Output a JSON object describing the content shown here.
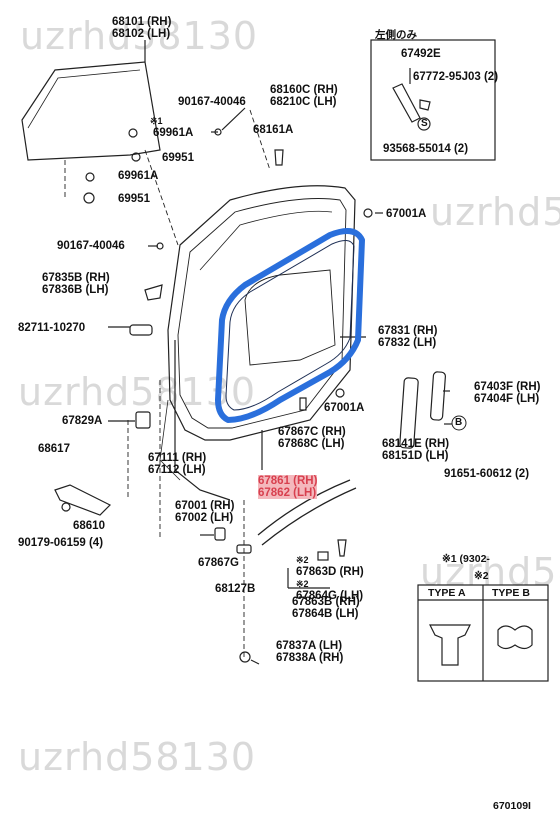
{
  "watermark": "uzrhd58130",
  "figure_code": "670109I",
  "labels": {
    "p68101": [
      "68101 (RH)",
      "68102 (LH)"
    ],
    "p90167a": "90167-40046",
    "p69961a_top": "69961A",
    "p69951_top": "69951",
    "p69961a_bot": "69961A",
    "p69951_bot": "69951",
    "p68160c": [
      "68160C (RH)",
      "68210C (LH)"
    ],
    "p68161a": "68161A",
    "p67001a_top": "67001A",
    "p90167b": "90167-40046",
    "p67835b": [
      "67835B (RH)",
      "67836B (LH)"
    ],
    "p82711": "82711-10270",
    "p67831": [
      "67831 (RH)",
      "67832 (LH)"
    ],
    "p67001a_mid": "67001A",
    "p67829a": "67829A",
    "p67867c": [
      "67867C (RH)",
      "67868C (LH)"
    ],
    "p67861": [
      "67861 (RH)",
      "67862 (LH)"
    ],
    "p68617": "68617",
    "p67111": [
      "67111 (RH)",
      "67112 (LH)"
    ],
    "p67001": [
      "67001 (RH)",
      "67002 (LH)"
    ],
    "p68610": "68610",
    "p90179": "90179-06159 (4)",
    "p67867g": "67867G",
    "p68127b": "68127B",
    "p67863d": [
      "67863D (RH)",
      "67864G (LH)"
    ],
    "p67863b": [
      "67863B (RH)",
      "67864B (LH)"
    ],
    "p67837a": [
      "67837A (LH)",
      "67838A (RH)"
    ],
    "p67403f": [
      "67403F (RH)",
      "67404F (LH)"
    ],
    "p68141e": [
      "68141E (RH)",
      "68151D (LH)"
    ],
    "p91651": "91651-60612 (2)",
    "p67492e": "67492E",
    "p67772": "67772-95J03 (2)",
    "p93568": "93568-55014 (2)"
  },
  "marks": {
    "ref1": "※1",
    "ref2": "※2",
    "circle_b": "B",
    "circle_s": "S"
  },
  "inset_title": "左側のみ",
  "note": "※1 (9302-",
  "note2": "※2",
  "type_box": {
    "type_a": "TYPE A",
    "type_b": "TYPE B"
  },
  "colors": {
    "seal_blue": "#2a6fdc",
    "highlight": "#f4b8bd",
    "highlight_text": "#d8404f",
    "watermark": "#d9d9d9"
  }
}
